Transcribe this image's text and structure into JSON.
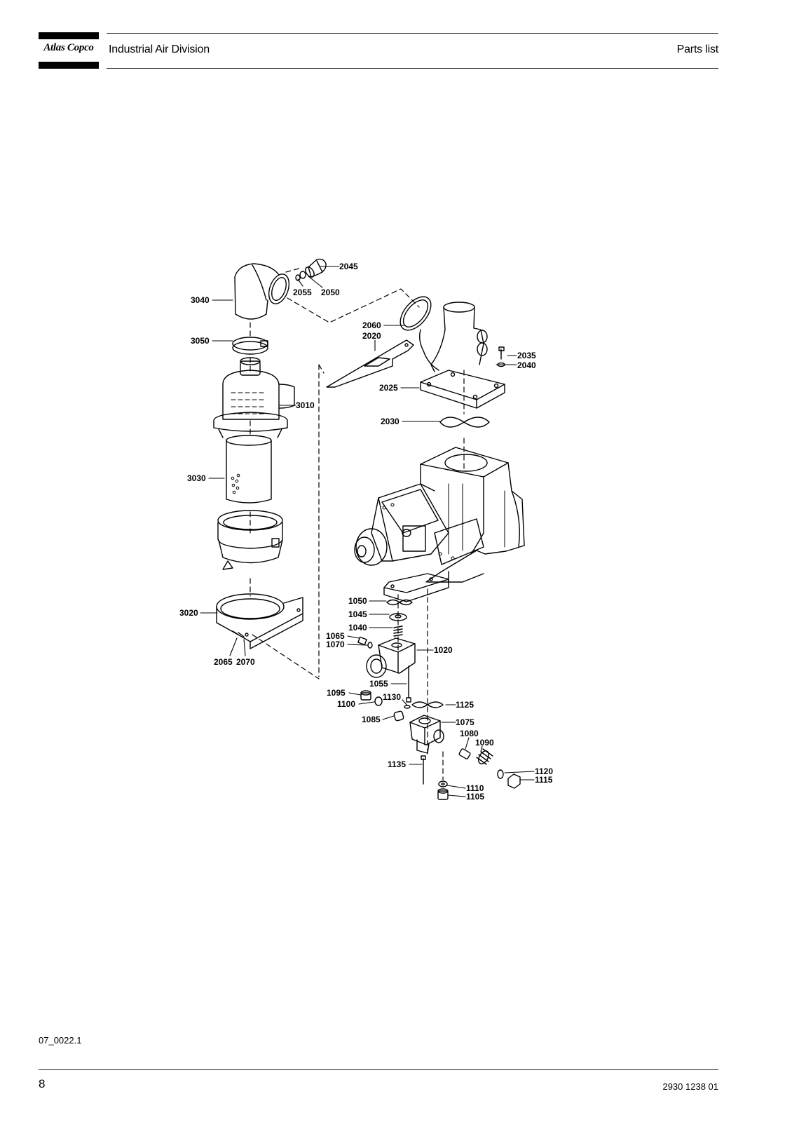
{
  "header": {
    "brand": "Atlas Copco",
    "division": "Industrial Air Division",
    "doc_type": "Parts list"
  },
  "figure": {
    "callouts": {
      "p2045": "2045",
      "p2055": "2055",
      "p2050": "2050",
      "p3040": "3040",
      "p2060": "2060",
      "p2020": "2020",
      "p2035": "2035",
      "p2040": "2040",
      "p3050": "3050",
      "p2025": "2025",
      "p3010": "3010",
      "p2030": "2030",
      "p3030": "3030",
      "p1050": "1050",
      "p1045": "1045",
      "p1040": "1040",
      "p1065": "1065",
      "p1070": "1070",
      "p1020": "1020",
      "p3020": "3020",
      "p2065": "2065",
      "p2070": "2070",
      "p1055": "1055",
      "p1095": "1095",
      "p1130": "1130",
      "p1125": "1125",
      "p1100": "1100",
      "p1085": "1085",
      "p1075": "1075",
      "p1080": "1080",
      "p1090": "1090",
      "p1135": "1135",
      "p1120": "1120",
      "p1115": "1115",
      "p1110": "1110",
      "p1105": "1105"
    },
    "figure_id": "07_0022.1"
  },
  "footer": {
    "page_number": "8",
    "doc_number": "2930 1238 01"
  }
}
